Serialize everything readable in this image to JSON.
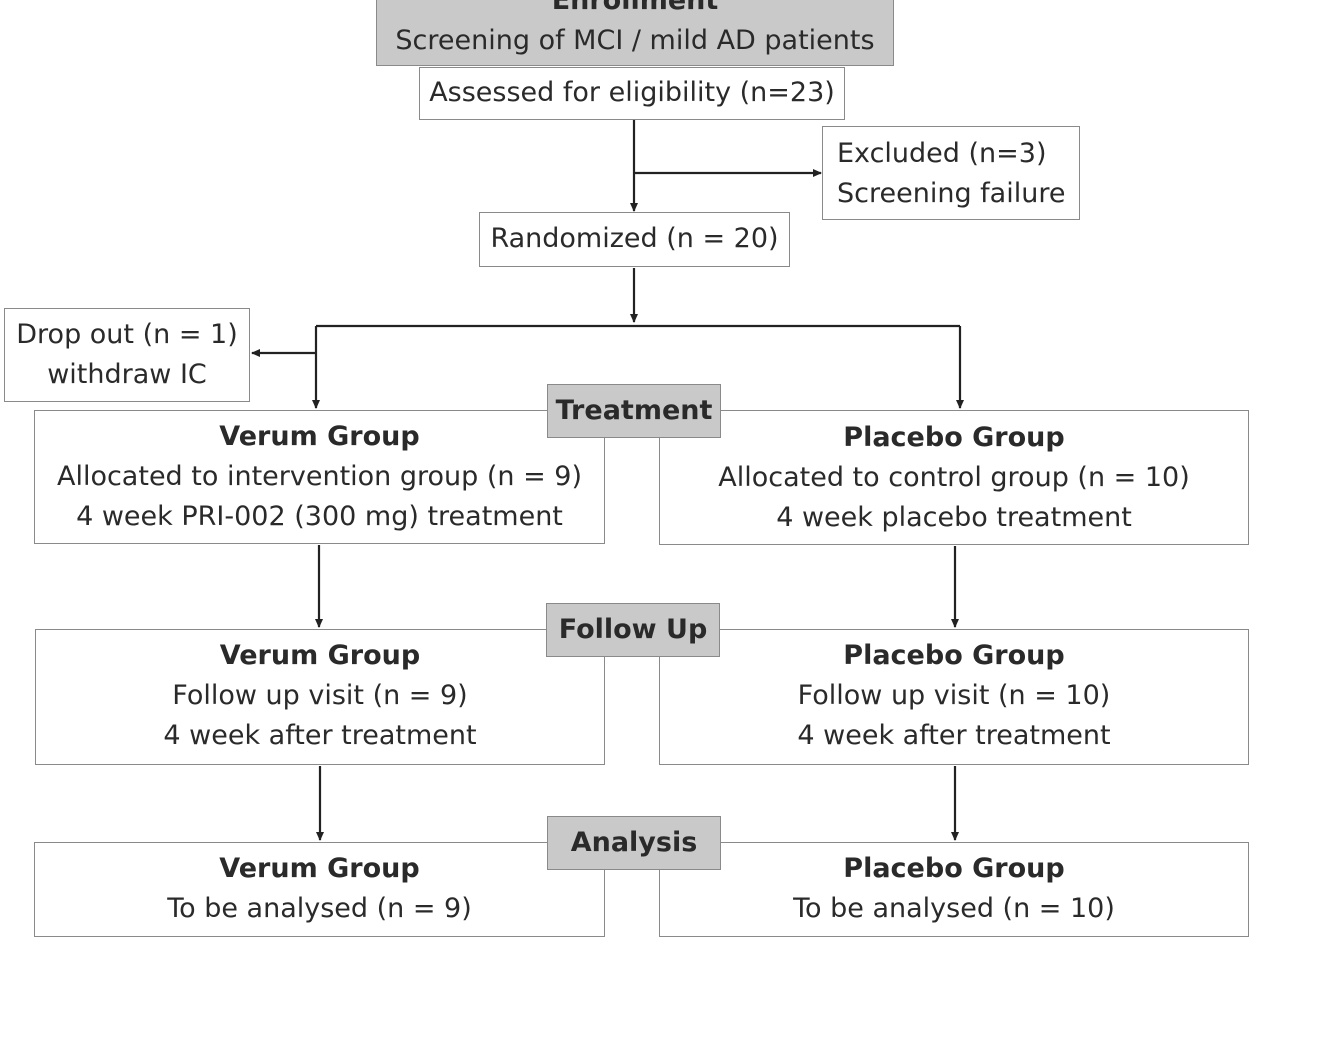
{
  "enrollment": {
    "title": "Enrollment",
    "subtitle": "Screening of MCI / mild AD patients"
  },
  "assessed": "Assessed for eligibility (n=23)",
  "excluded": {
    "line1": "Excluded (n=3)",
    "line2": "Screening failure"
  },
  "randomized": "Randomized (n = 20)",
  "dropout": {
    "line1": "Drop out (n = 1)",
    "line2": "withdraw IC"
  },
  "stages": {
    "treatment": "Treatment",
    "followup": "Follow Up",
    "analysis": "Analysis"
  },
  "treatment": {
    "verum": {
      "title": "Verum Group",
      "line1": "Allocated to intervention group (n = 9)",
      "line2": "4 week PRI-002 (300 mg) treatment"
    },
    "placebo": {
      "title": "Placebo Group",
      "line1": "Allocated to control group (n = 10)",
      "line2": "4 week placebo treatment"
    }
  },
  "followup": {
    "verum": {
      "title": "Verum Group",
      "line1": "Follow up visit (n = 9)",
      "line2": "4 week after treatment"
    },
    "placebo": {
      "title": "Placebo Group",
      "line1": "Follow up visit (n = 10)",
      "line2": "4 week after treatment"
    }
  },
  "analysis": {
    "verum": {
      "title": "Verum Group",
      "line1": "To be analysed (n = 9)"
    },
    "placebo": {
      "title": "Placebo Group",
      "line1": "To be analysed (n = 10)"
    }
  }
}
